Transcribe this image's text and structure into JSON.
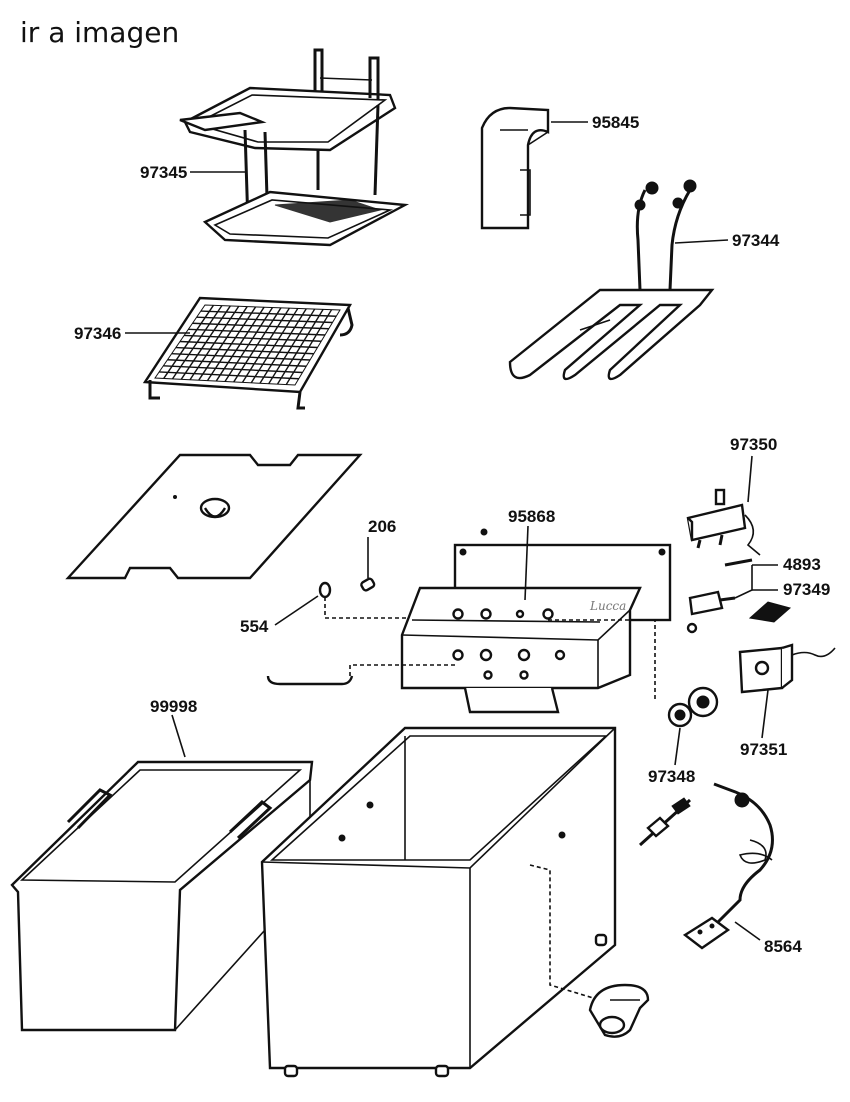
{
  "header": {
    "link_text": "ir a imagen"
  },
  "diagram": {
    "brand_mark": "Lucca",
    "parts": [
      {
        "id": "97345"
      },
      {
        "id": "95845"
      },
      {
        "id": "97344"
      },
      {
        "id": "97346"
      },
      {
        "id": "97350"
      },
      {
        "id": "206"
      },
      {
        "id": "95868"
      },
      {
        "id": "4893"
      },
      {
        "id": "97349"
      },
      {
        "id": "554"
      },
      {
        "id": "99998"
      },
      {
        "id": "97351"
      },
      {
        "id": "97348"
      },
      {
        "id": "8564"
      }
    ]
  }
}
